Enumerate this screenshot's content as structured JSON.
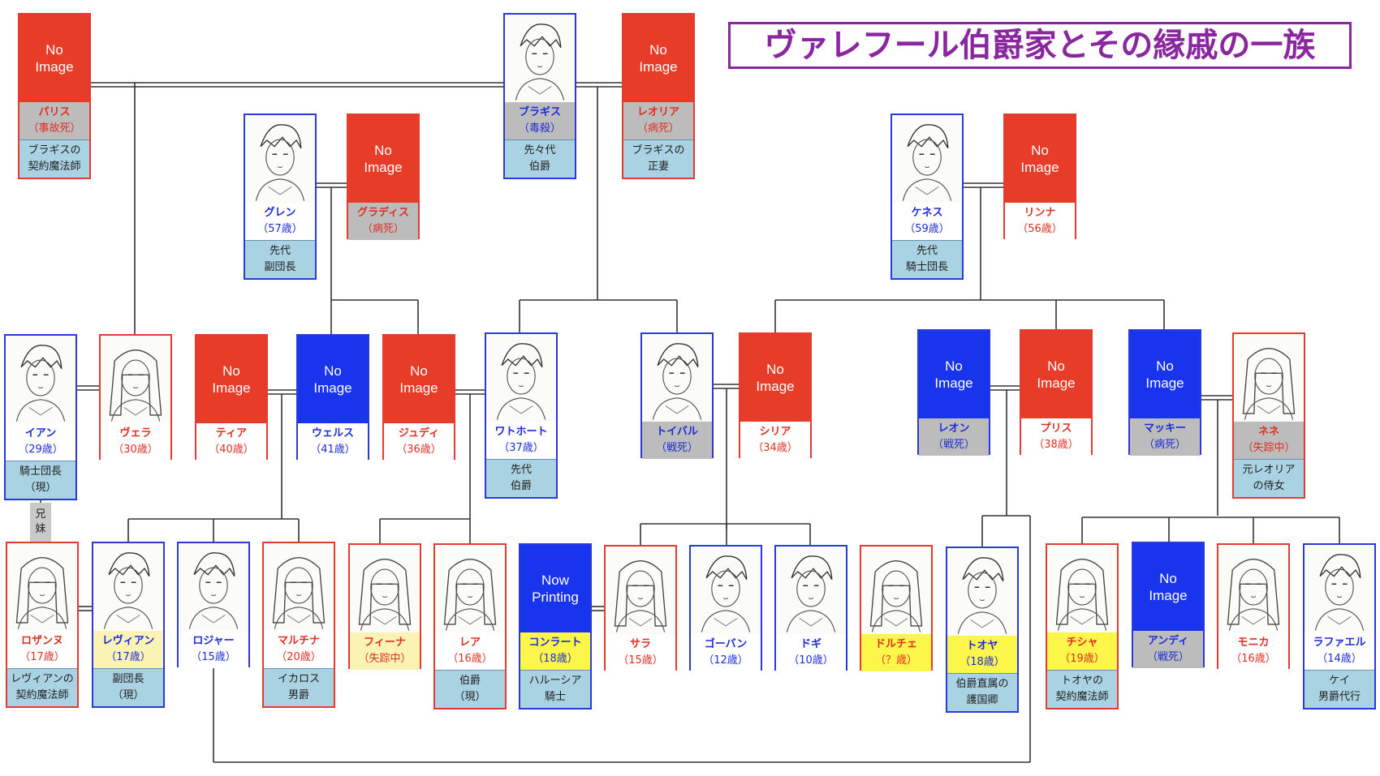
{
  "title": "ヴァレフール伯爵家とその縁戚の一族",
  "sibling_note": {
    "line1": "兄",
    "line2": "妹"
  },
  "people": [
    {
      "id": "paris",
      "line1": "パリス",
      "line2": "（事故死）",
      "desc1": "ブラギスの",
      "desc2": "契約魔法師",
      "gender": "f",
      "label_bg": "g",
      "image": "no-image",
      "image_text": "No\nImage"
    },
    {
      "id": "bragis",
      "line1": "ブラギス",
      "line2": "（毒殺）",
      "desc1": "先々代",
      "desc2": "伯爵",
      "gender": "m",
      "label_bg": "g",
      "image": "portrait"
    },
    {
      "id": "leoria",
      "line1": "レオリア",
      "line2": "（病死）",
      "desc1": "ブラギスの",
      "desc2": "正妻",
      "gender": "f",
      "label_bg": "g",
      "image": "no-image",
      "image_text": "No\nImage"
    },
    {
      "id": "glen",
      "line1": "グレン",
      "line2": "（57歳）",
      "desc1": "先代",
      "desc2": "副団長",
      "gender": "m",
      "label_bg": "w",
      "image": "portrait"
    },
    {
      "id": "gladis",
      "line1": "グラディス",
      "line2": "（病死）",
      "gender": "f",
      "label_bg": "g",
      "image": "no-image",
      "image_text": "No\nImage"
    },
    {
      "id": "kenes",
      "line1": "ケネス",
      "line2": "（59歳）",
      "desc1": "先代",
      "desc2": "騎士団長",
      "gender": "m",
      "label_bg": "w",
      "image": "portrait"
    },
    {
      "id": "rinna",
      "line1": "リンナ",
      "line2": "（56歳）",
      "gender": "f",
      "label_bg": "w",
      "image": "no-image",
      "image_text": "No\nImage"
    },
    {
      "id": "ian",
      "line1": "イアン",
      "line2": "（29歳）",
      "desc1": "騎士団長",
      "desc2": "（現）",
      "gender": "m",
      "label_bg": "w",
      "image": "portrait"
    },
    {
      "id": "vera",
      "line1": "ヴェラ",
      "line2": "（30歳）",
      "gender": "f",
      "label_bg": "w",
      "image": "portrait"
    },
    {
      "id": "tia",
      "line1": "ティア",
      "line2": "（40歳）",
      "gender": "f",
      "label_bg": "w",
      "image": "no-image",
      "image_text": "No\nImage"
    },
    {
      "id": "wells",
      "line1": "ウェルス",
      "line2": "（41歳）",
      "gender": "m",
      "label_bg": "w",
      "image": "no-image",
      "image_text": "No\nImage"
    },
    {
      "id": "judy",
      "line1": "ジュディ",
      "line2": "（36歳）",
      "gender": "f",
      "label_bg": "w",
      "image": "no-image",
      "image_text": "No\nImage"
    },
    {
      "id": "wathort",
      "line1": "ワトホート",
      "line2": "（37歳）",
      "desc1": "先代",
      "desc2": "伯爵",
      "gender": "m",
      "label_bg": "w",
      "image": "portrait"
    },
    {
      "id": "toibal",
      "line1": "トイバル",
      "line2": "（戦死）",
      "gender": "m",
      "label_bg": "g",
      "image": "portrait"
    },
    {
      "id": "siria",
      "line1": "シリア",
      "line2": "（34歳）",
      "gender": "f",
      "label_bg": "w",
      "image": "no-image",
      "image_text": "No\nImage"
    },
    {
      "id": "leon",
      "line1": "レオン",
      "line2": "（戦死）",
      "gender": "m",
      "label_bg": "g",
      "image": "no-image",
      "image_text": "No\nImage"
    },
    {
      "id": "pris",
      "line1": "プリス",
      "line2": "（38歳）",
      "gender": "f",
      "label_bg": "w",
      "image": "no-image",
      "image_text": "No\nImage"
    },
    {
      "id": "mackey",
      "line1": "マッキー",
      "line2": "（病死）",
      "gender": "m",
      "label_bg": "g",
      "image": "no-image",
      "image_text": "No\nImage"
    },
    {
      "id": "nene",
      "line1": "ネネ",
      "line2": "（失踪中）",
      "desc1": "元レオリア",
      "desc2": "の侍女",
      "gender": "f",
      "label_bg": "g",
      "image": "portrait"
    },
    {
      "id": "rozanne",
      "line1": "ロザンヌ",
      "line2": "（17歳）",
      "desc1": "レヴィアンの",
      "desc2": "契約魔法師",
      "gender": "f",
      "label_bg": "w",
      "image": "portrait"
    },
    {
      "id": "levian",
      "line1": "レヴィアン",
      "line2": "（17歳）",
      "desc1": "副団長",
      "desc2": "（現）",
      "gender": "m",
      "label_bg": "y",
      "image": "portrait"
    },
    {
      "id": "roger",
      "line1": "ロジャー",
      "line2": "（15歳）",
      "gender": "m",
      "label_bg": "w",
      "image": "portrait"
    },
    {
      "id": "martina",
      "line1": "マルチナ",
      "line2": "（20歳）",
      "desc1": "イカロス",
      "desc2": "男爵",
      "gender": "f",
      "label_bg": "w",
      "image": "portrait"
    },
    {
      "id": "fina",
      "line1": "フィーナ",
      "line2": "（失踪中）",
      "gender": "f",
      "label_bg": "y",
      "image": "portrait"
    },
    {
      "id": "rea",
      "line1": "レア",
      "line2": "（16歳）",
      "desc1": "伯爵",
      "desc2": "（現）",
      "gender": "f",
      "label_bg": "w",
      "image": "portrait"
    },
    {
      "id": "conrad",
      "line1": "コンラート",
      "line2": "（18歳）",
      "desc1": "ハルーシア",
      "desc2": "騎士",
      "gender": "m",
      "label_bg": "Y",
      "image": "no-image",
      "image_text": "Now\nPrinting"
    },
    {
      "id": "sara",
      "line1": "サラ",
      "line2": "（15歳）",
      "gender": "f",
      "label_bg": "w",
      "image": "portrait"
    },
    {
      "id": "gobang",
      "line1": "ゴーバン",
      "line2": "（12歳）",
      "gender": "m",
      "label_bg": "w",
      "image": "portrait"
    },
    {
      "id": "dogi",
      "line1": "ドギ",
      "line2": "（10歳）",
      "gender": "m",
      "label_bg": "w",
      "image": "portrait"
    },
    {
      "id": "dolce",
      "line1": "ドルチェ",
      "line2": "（？歳）",
      "gender": "f",
      "label_bg": "Y",
      "image": "portrait"
    },
    {
      "id": "toya",
      "line1": "トオヤ",
      "line2": "（18歳）",
      "desc1": "伯爵直属の",
      "desc2": "護国卿",
      "gender": "m",
      "label_bg": "Y",
      "image": "portrait"
    },
    {
      "id": "chisha",
      "line1": "チシャ",
      "line2": "（19歳）",
      "desc1": "トオヤの",
      "desc2": "契約魔法師",
      "gender": "f",
      "label_bg": "Y",
      "image": "portrait"
    },
    {
      "id": "andy",
      "line1": "アンディ",
      "line2": "（戦死）",
      "gender": "m",
      "label_bg": "g",
      "image": "no-image",
      "image_text": "No\nImage"
    },
    {
      "id": "monica",
      "line1": "モニカ",
      "line2": "（16歳）",
      "gender": "f",
      "label_bg": "w",
      "image": "portrait"
    },
    {
      "id": "raphael",
      "line1": "ラファエル",
      "line2": "（14歳）",
      "desc1": "ケイ",
      "desc2": "男爵代行",
      "gender": "m",
      "label_bg": "w",
      "image": "portrait"
    }
  ]
}
